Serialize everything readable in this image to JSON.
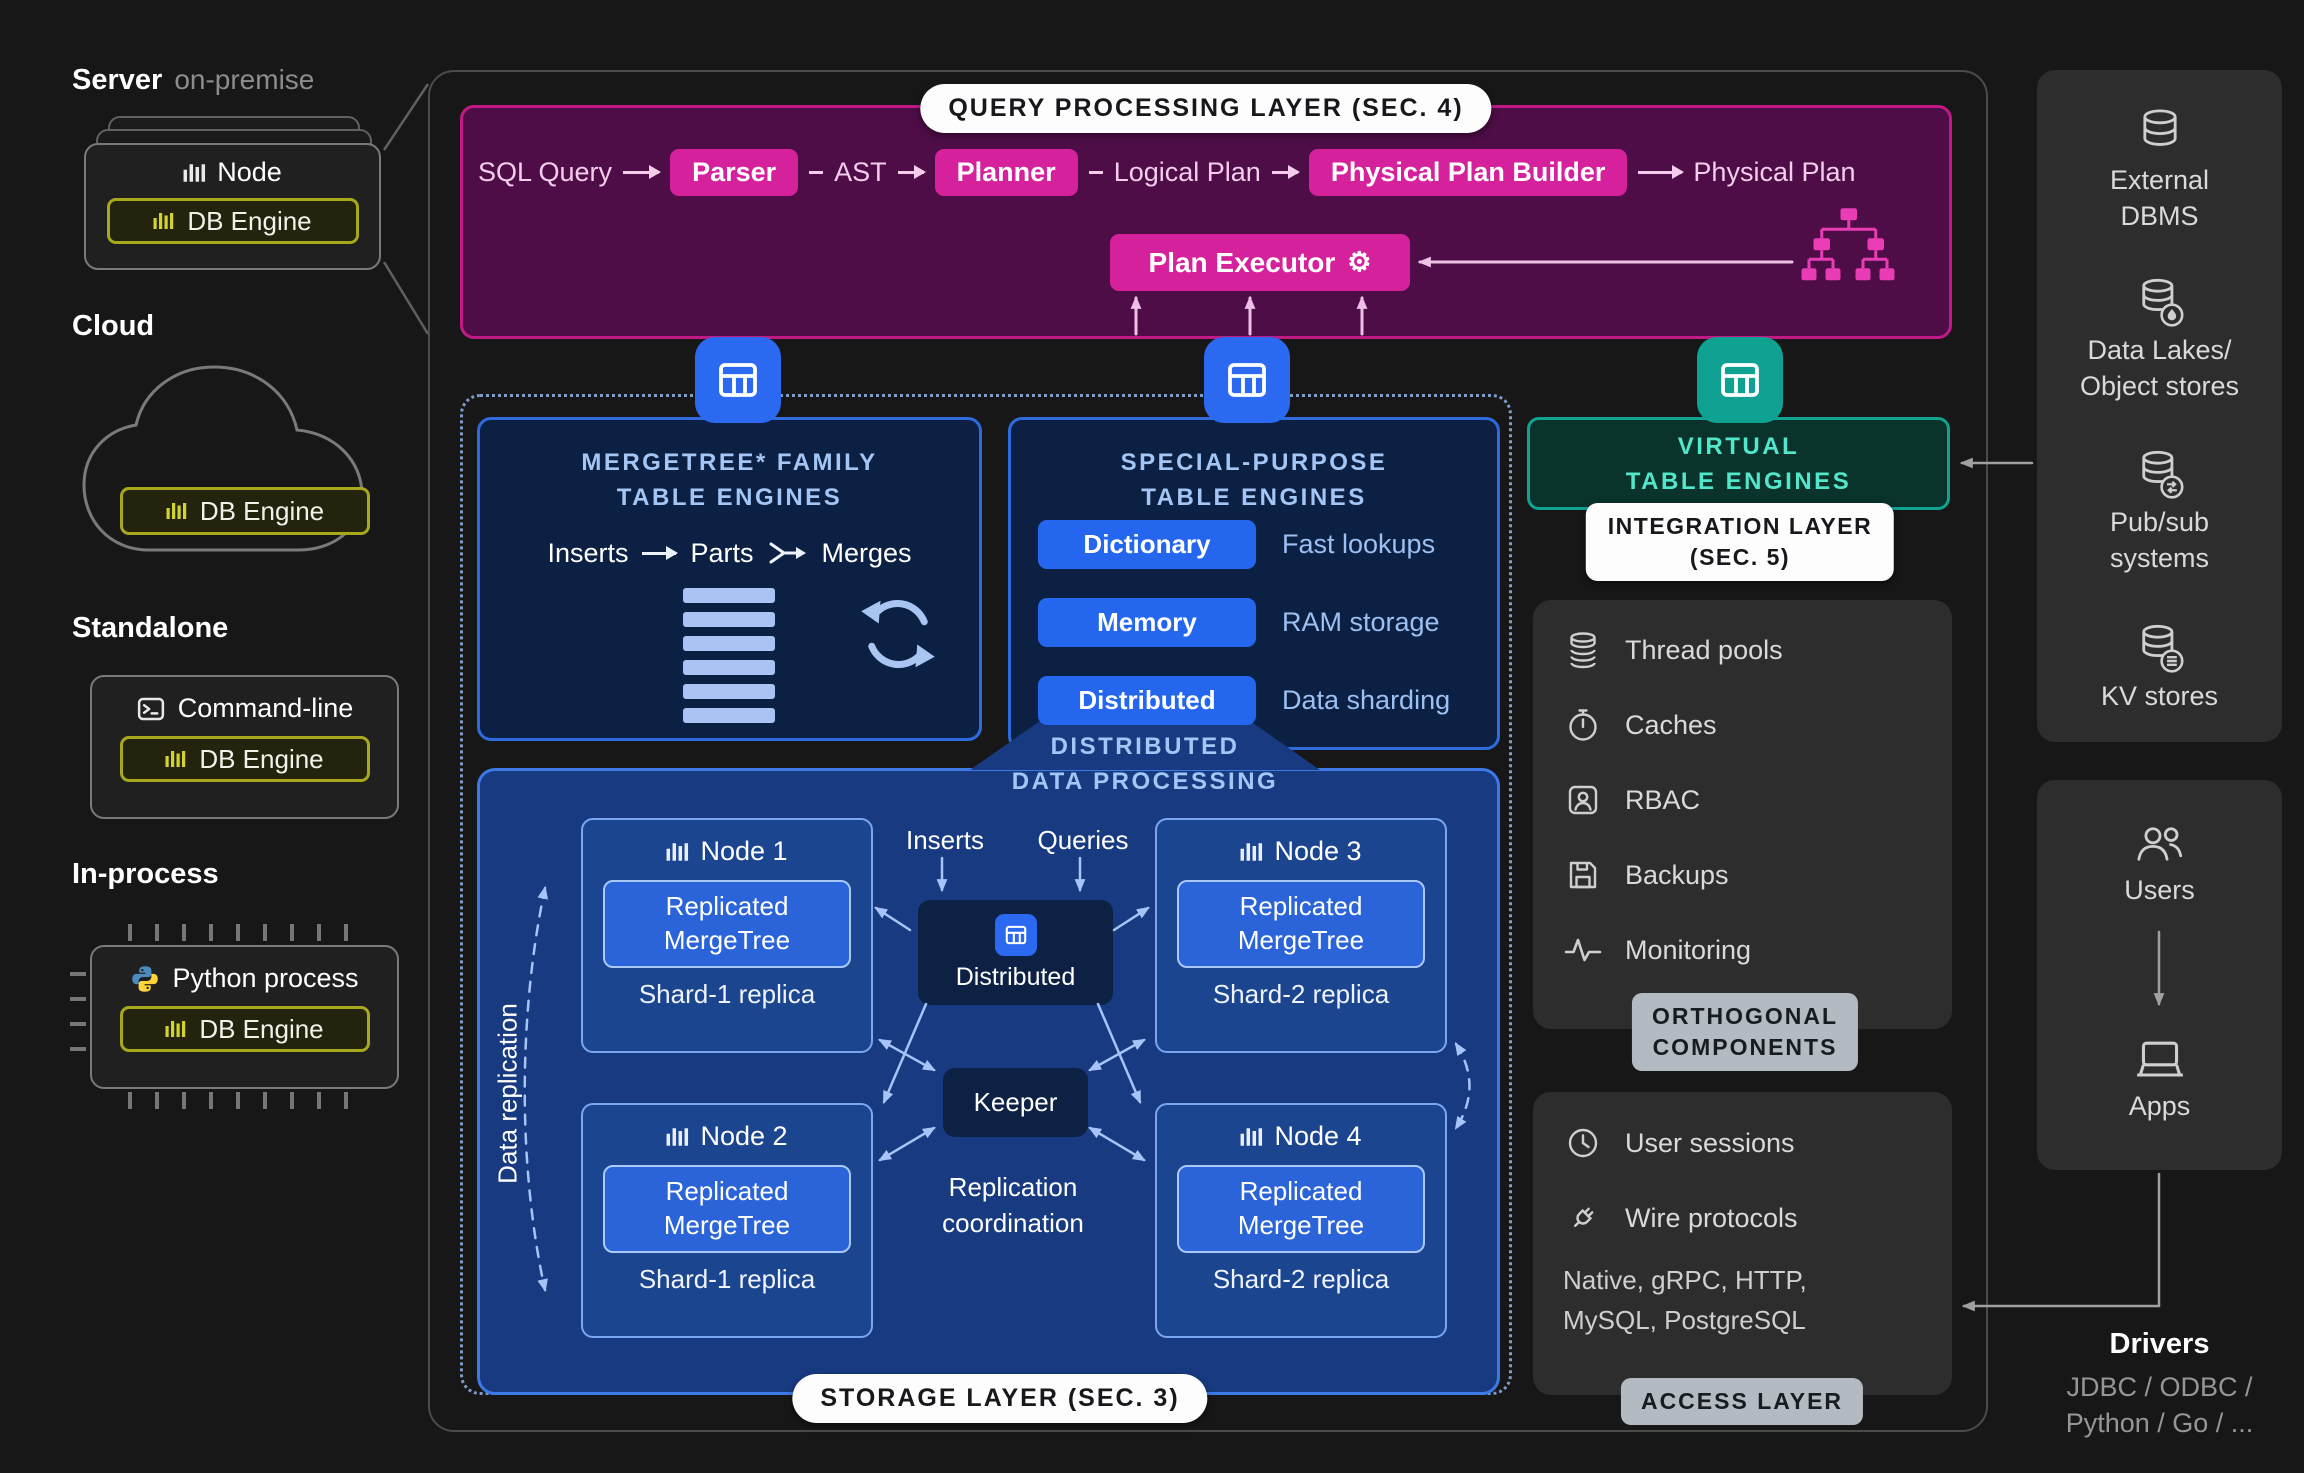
{
  "colors": {
    "magenta_button": "#d6219c",
    "magenta_bg": "#4e0d47",
    "magenta_border": "#c11a86",
    "blue_button": "#2467ee",
    "navy_panel": "#0c2044",
    "storage_blue": "#173a80",
    "teal": "#10a392",
    "engine_yellow": "#a8a81f",
    "panel_gray": "#2d2d2d"
  },
  "icons": {
    "gear": "⚙",
    "table": "table-grid",
    "bars": "clickhouse-bars"
  },
  "left": {
    "server": {
      "title": "Server",
      "subtitle": "on-premise",
      "node": "Node",
      "db": "DB Engine"
    },
    "cloud": {
      "title": "Cloud",
      "db": "DB Engine"
    },
    "standalone": {
      "title": "Standalone",
      "item": "Command-line",
      "db": "DB Engine"
    },
    "inprocess": {
      "title": "In-process",
      "item": "Python process",
      "db": "DB Engine"
    }
  },
  "qp": {
    "pill": "QUERY PROCESSING LAYER (SEC. 4)",
    "sql": "SQL Query",
    "parser": "Parser",
    "ast": "AST",
    "planner": "Planner",
    "logical": "Logical Plan",
    "builder": "Physical Plan Builder",
    "physical": "Physical Plan",
    "executor": "Plan Executor"
  },
  "mt": {
    "l1": "MERGETREE* FAMILY",
    "l2": "TABLE ENGINES",
    "inserts": "Inserts",
    "parts": "Parts",
    "merges": "Merges"
  },
  "sp": {
    "l1": "SPECIAL-PURPOSE",
    "l2": "TABLE ENGINES",
    "rows": [
      {
        "btn": "Dictionary",
        "label": "Fast lookups"
      },
      {
        "btn": "Memory",
        "label": "RAM storage"
      },
      {
        "btn": "Distributed",
        "label": "Data sharding"
      }
    ]
  },
  "vt": {
    "l1": "VIRTUAL",
    "l2": "TABLE ENGINES",
    "pill1": "INTEGRATION LAYER",
    "pill2": "(SEC. 5)"
  },
  "dp": {
    "l1": "DISTRIBUTED",
    "l2": "DATA PROCESSING"
  },
  "st": {
    "inserts": "Inserts",
    "queries": "Queries",
    "distributed": "Distributed",
    "keeper": "Keeper",
    "coord1": "Replication",
    "coord2": "coordination",
    "repl": "Data replication",
    "pill": "STORAGE LAYER (SEC. 3)",
    "nodes": [
      {
        "name": "Node 1",
        "e1": "Replicated",
        "e2": "MergeTree",
        "shard": "Shard-1 replica"
      },
      {
        "name": "Node 3",
        "e1": "Replicated",
        "e2": "MergeTree",
        "shard": "Shard-2 replica"
      },
      {
        "name": "Node 2",
        "e1": "Replicated",
        "e2": "MergeTree",
        "shard": "Shard-1 replica"
      },
      {
        "name": "Node 4",
        "e1": "Replicated",
        "e2": "MergeTree",
        "shard": "Shard-2 replica"
      }
    ]
  },
  "ortho": {
    "items": [
      "Thread pools",
      "Caches",
      "RBAC",
      "Backups",
      "Monitoring"
    ],
    "pill1": "ORTHOGONAL",
    "pill2": "COMPONENTS"
  },
  "access": {
    "sessions": "User sessions",
    "wire": "Wire protocols",
    "p1": "Native, gRPC, HTTP,",
    "p2": "MySQL, PostgreSQL",
    "pill": "ACCESS LAYER"
  },
  "ext": {
    "items": [
      {
        "l1": "External",
        "l2": "DBMS"
      },
      {
        "l1": "Data Lakes/",
        "l2": "Object stores"
      },
      {
        "l1": "Pub/sub",
        "l2": "systems"
      },
      {
        "l1": "KV stores",
        "l2": ""
      }
    ]
  },
  "clients": {
    "users": "Users",
    "apps": "Apps",
    "drivers": "Drivers",
    "d1": "JDBC / ODBC /",
    "d2": "Python / Go / ..."
  }
}
